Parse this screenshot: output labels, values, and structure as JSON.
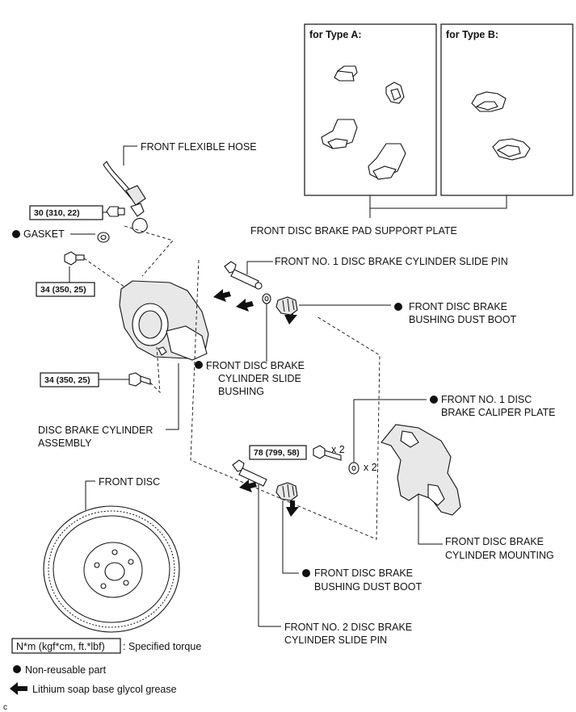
{
  "figure_id": "c",
  "type_boxes": {
    "type_a": "for Type A:",
    "type_b": "for Type B:"
  },
  "labels": {
    "front_flexible_hose": "FRONT FLEXIBLE HOSE",
    "gasket": "GASKET",
    "pad_support_plate": "FRONT DISC BRAKE PAD SUPPORT PLATE",
    "slide_pin_1": "FRONT NO. 1 DISC BRAKE CYLINDER SLIDE PIN",
    "bushing_dust_boot_upper_l1": "FRONT DISC BRAKE",
    "bushing_dust_boot_upper_l2": "BUSHING DUST BOOT",
    "slide_bushing_l1": "FRONT DISC BRAKE",
    "slide_bushing_l2": "CYLINDER SLIDE",
    "slide_bushing_l3": "BUSHING",
    "caliper_plate_l1": "FRONT NO. 1 DISC",
    "caliper_plate_l2": "BRAKE CALIPER PLATE",
    "cylinder_assembly_l1": "DISC BRAKE CYLINDER",
    "cylinder_assembly_l2": "ASSEMBLY",
    "front_disc": "FRONT DISC",
    "cylinder_mounting_l1": "FRONT DISC BRAKE",
    "cylinder_mounting_l2": "CYLINDER MOUNTING",
    "bushing_dust_boot_lower_l1": "FRONT DISC BRAKE",
    "bushing_dust_boot_lower_l2": "BUSHING DUST BOOT",
    "slide_pin_2_l1": "FRONT NO. 2 DISC BRAKE",
    "slide_pin_2_l2": "CYLINDER SLIDE PIN"
  },
  "torques": {
    "hose_bolt": "30 (310, 22)",
    "bleeder": "34 (350, 25)",
    "lower_bolt": "34 (350, 25)",
    "mounting_bolt": "78 (799, 58)"
  },
  "multipliers": {
    "bolt_x2": "x 2",
    "plate_x2": "x 2"
  },
  "legend": {
    "torque_box": "N*m (kgf*cm, ft.*lbf)",
    "torque_text": ": Specified torque",
    "non_reusable": "Non-reusable part",
    "grease": "Lithium soap base glycol grease"
  }
}
